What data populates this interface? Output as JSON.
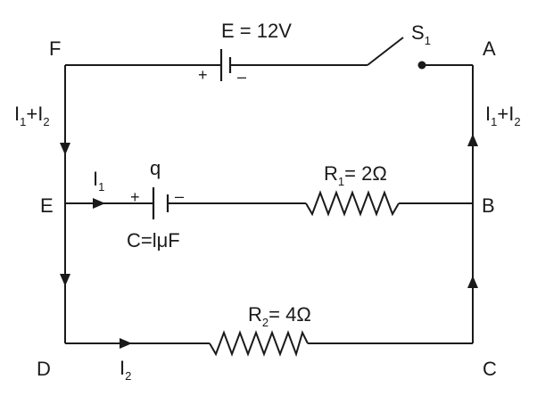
{
  "nodes": {
    "A": "A",
    "B": "B",
    "C": "C",
    "D": "D",
    "E": "E",
    "F": "F"
  },
  "battery": {
    "label": "E = 12V",
    "plus": "+",
    "minus": "–"
  },
  "switch": {
    "letter": "S",
    "subscript": "1"
  },
  "capacitor": {
    "charge": "q",
    "value": "C=lμF",
    "plus": "+",
    "minus": "–"
  },
  "resistor1": {
    "letter": "R",
    "subscript": "1",
    "value": "= 2Ω"
  },
  "resistor2": {
    "letter": "R",
    "subscript": "2",
    "value": "= 4Ω"
  },
  "currents": {
    "left_total": {
      "a": "I",
      "a_sub": "1",
      "plus": "+",
      "b": "I",
      "b_sub": "2"
    },
    "right_total": {
      "a": "I",
      "a_sub": "1",
      "plus": "+",
      "b": "I",
      "b_sub": "2"
    },
    "i1": {
      "letter": "I",
      "subscript": "1"
    },
    "i2": {
      "letter": "I",
      "subscript": "2"
    }
  }
}
